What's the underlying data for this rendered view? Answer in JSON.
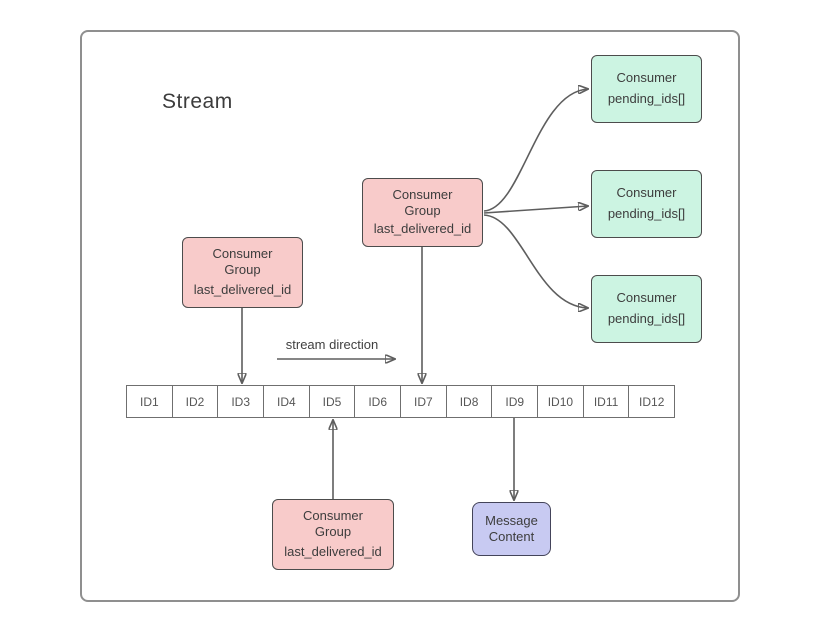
{
  "diagram": {
    "title": "Stream",
    "stream_direction_label": "stream direction",
    "ids": [
      "ID1",
      "ID2",
      "ID3",
      "ID4",
      "ID5",
      "ID6",
      "ID7",
      "ID8",
      "ID9",
      "ID10",
      "ID11",
      "ID12"
    ],
    "consumer_groups": [
      {
        "position": "left",
        "title_line1": "Consumer",
        "title_line2": "Group",
        "field": "last_delivered_id"
      },
      {
        "position": "middle",
        "title_line1": "Consumer",
        "title_line2": "Group",
        "field": "last_delivered_id"
      },
      {
        "position": "bottom",
        "title_line1": "Consumer",
        "title_line2": "Group",
        "field": "last_delivered_id"
      }
    ],
    "consumers": [
      {
        "title": "Consumer",
        "field": "pending_ids[]"
      },
      {
        "title": "Consumer",
        "field": "pending_ids[]"
      },
      {
        "title": "Consumer",
        "field": "pending_ids[]"
      }
    ],
    "message_box": {
      "line1": "Message",
      "line2": "Content"
    },
    "colors": {
      "consumer_group_fill": "#f8cbca",
      "consumer_fill": "#ccf4e2",
      "message_fill": "#c8caf2",
      "frame_border": "#8f8f8f",
      "node_border": "#4c4c4c",
      "connector_line": "#5e5e5e",
      "arrow_head": "#383838"
    }
  }
}
